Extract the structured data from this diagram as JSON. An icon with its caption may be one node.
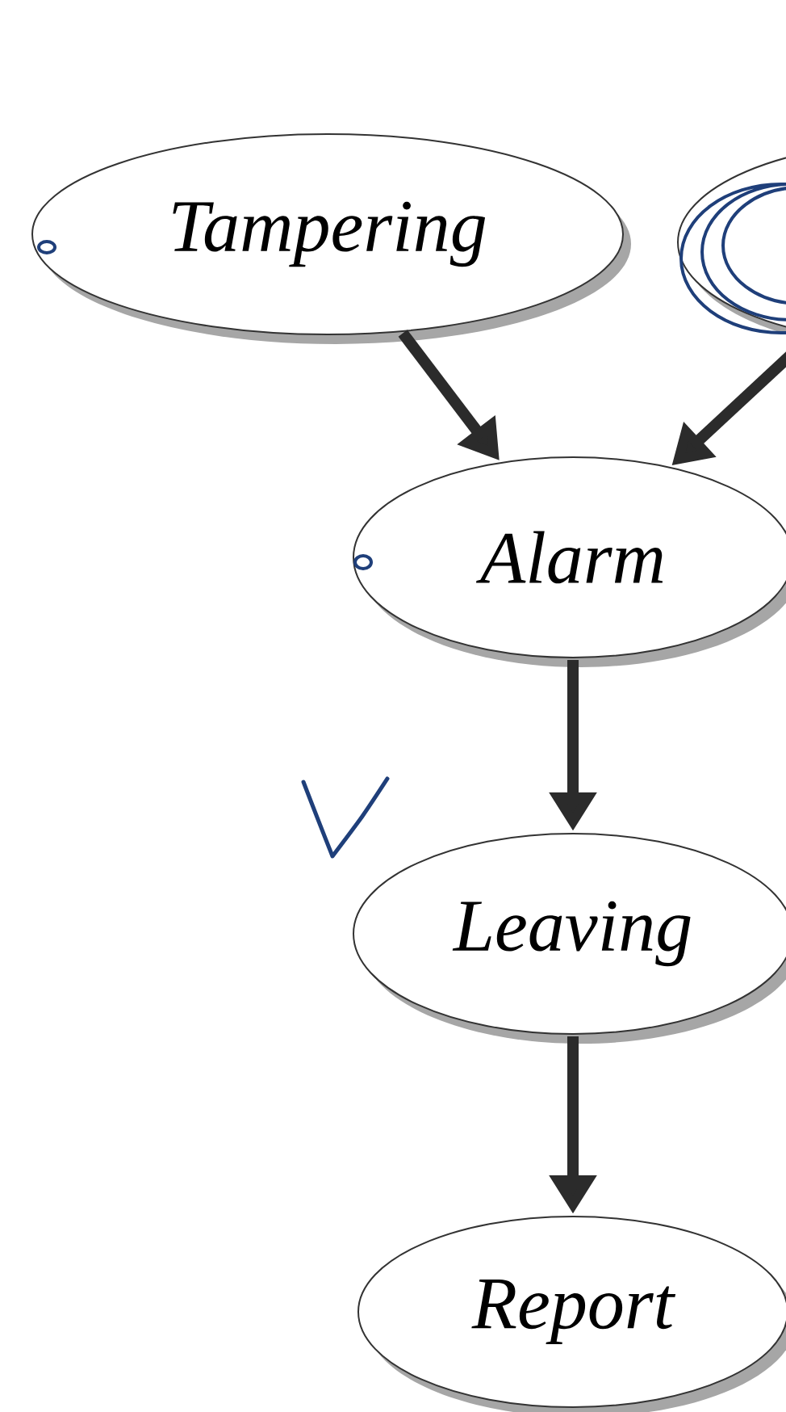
{
  "diagram": {
    "nodes": [
      {
        "text": [
          "Tampering"
        ]
      },
      {
        "text": [],
        "shape": "ellipse"
      },
      {
        "text": [
          "Alarm"
        ]
      },
      {
        "text": [
          "Leaving"
        ]
      },
      {
        "text": [
          "Report"
        ]
      }
    ],
    "edges": [
      {
        "from": 0,
        "to": 2,
        "arrow": "to"
      },
      {
        "from": 1,
        "to": 2,
        "arrow": "to"
      },
      {
        "from": 2,
        "to": 3,
        "arrow": "to"
      },
      {
        "from": 3,
        "to": 4,
        "arrow": "to"
      }
    ]
  }
}
